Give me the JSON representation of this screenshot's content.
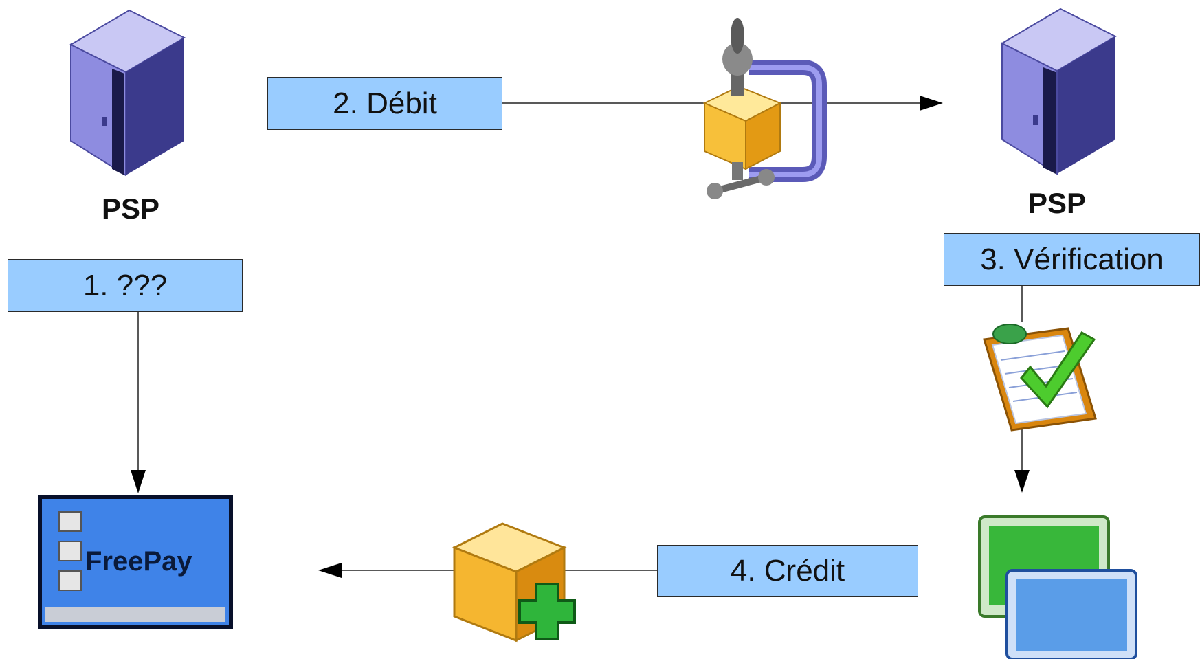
{
  "nodes": {
    "psp_left": {
      "label": "PSP",
      "icon": "server-icon"
    },
    "psp_right": {
      "label": "PSP",
      "icon": "server-icon"
    },
    "freepay": {
      "label": "FreePay",
      "icon": "app-window-icon"
    },
    "windows": {
      "icon": "windows-icon"
    }
  },
  "steps": {
    "s1": {
      "label": "1. ???"
    },
    "s2": {
      "label": "2. Débit",
      "icon": "archive-compress-icon"
    },
    "s3": {
      "label": "3. Vérification",
      "icon": "checklist-icon"
    },
    "s4": {
      "label": "4. Crédit",
      "icon": "package-add-icon"
    }
  },
  "colors": {
    "box_fill": "#99ccff",
    "server": "#7b79d6",
    "freepay_window": "#3f83e8",
    "green_window": "#3db83d",
    "package": "#f5c43f"
  }
}
